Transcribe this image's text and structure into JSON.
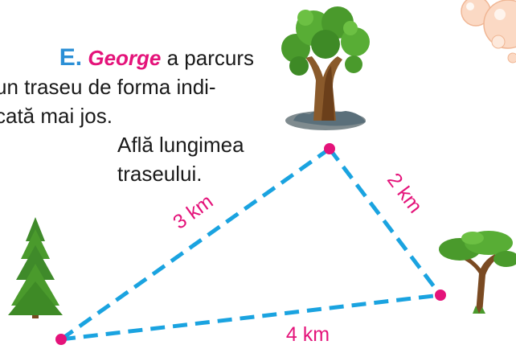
{
  "problem": {
    "label": "E.",
    "name": "George",
    "line1_rest": " a parcurs",
    "line2": "un traseu de forma indi-",
    "line3": "cată mai jos.",
    "line4": "Află lungimea",
    "line5": "traseului."
  },
  "distances": {
    "top_left": "3 km",
    "top_right": "2 km",
    "bottom": "4 km"
  },
  "colors": {
    "path": "#1aa3e0",
    "point": "#e4137a",
    "label": "#e4137a",
    "heading": "#2b8fd6"
  }
}
